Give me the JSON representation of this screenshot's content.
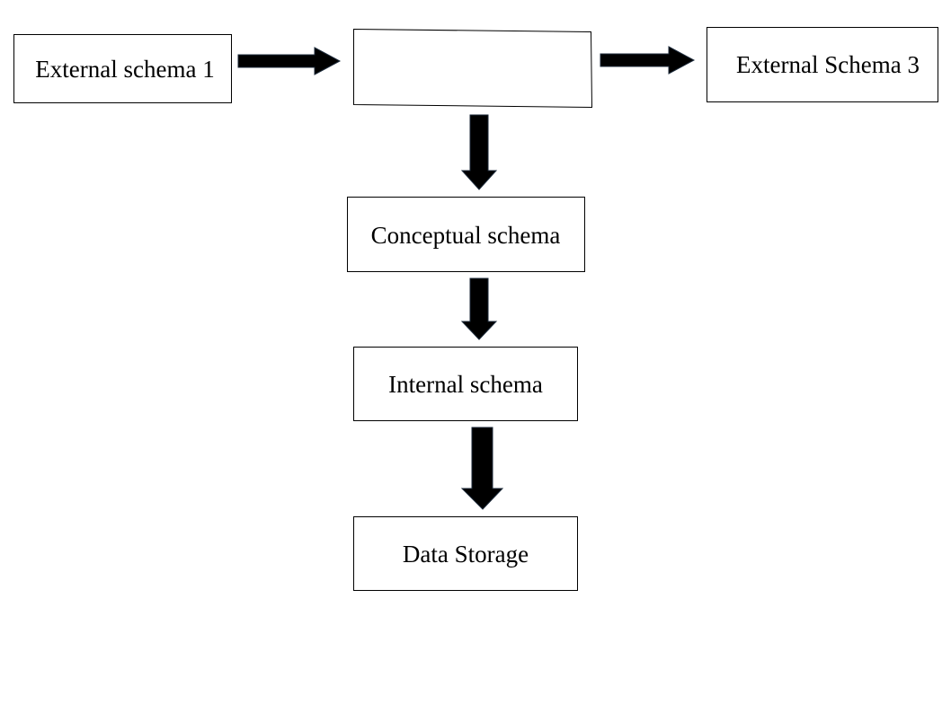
{
  "diagram": {
    "boxes": {
      "external_schema_1": "External schema 1",
      "middle_box": "",
      "external_schema_3": "External Schema 3",
      "conceptual_schema": "Conceptual schema",
      "internal_schema": "Internal schema",
      "data_storage": "Data Storage"
    },
    "colors": {
      "box_border": "#000000",
      "box_fill": "#ffffff",
      "arrow_fill": "#000000",
      "arrow_outline": "#1c2a3a",
      "text": "#000000"
    }
  }
}
